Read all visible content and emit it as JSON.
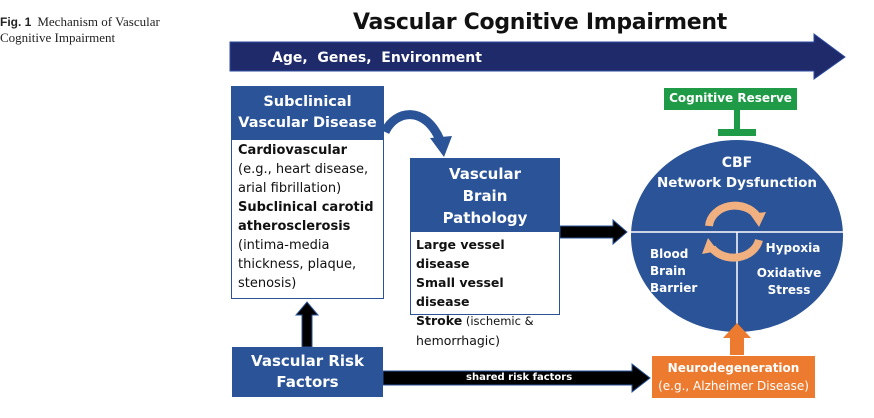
{
  "caption": {
    "fig_label": "Fig. 1",
    "text_line1": "Mechanism of Vascular",
    "text_line2": "Cognitive Impairment"
  },
  "diagram": {
    "title": "Vascular Cognitive Impairment",
    "band_arrow_label": "Age,  Genes,  Environment",
    "subclinical": {
      "header_line1": "Subclinical",
      "header_line2": "Vascular Disease",
      "body": [
        {
          "text": "Cardiovascular",
          "bold": true
        },
        {
          "text": "(e.g., heart disease,",
          "bold": false
        },
        {
          "text": "arial fibrillation)",
          "bold": false
        },
        {
          "text": "Subclinical carotid",
          "bold": true
        },
        {
          "text": "atherosclerosis",
          "bold": true
        },
        {
          "text": "(intima-media",
          "bold": false
        },
        {
          "text": "thickness, plaque,",
          "bold": false
        },
        {
          "text": "stenosis)",
          "bold": false
        }
      ]
    },
    "brain_pathology": {
      "header_line1": "Vascular",
      "header_line2": "Brain",
      "header_line3": "Pathology",
      "line1": "Large vessel disease",
      "line2": "Small vessel disease",
      "line3_bold": "Stroke",
      "line3_rest": " (ischemic &",
      "line4": "hemorrhagic)"
    },
    "cognitive_reserve": "Cognitive Reserve",
    "circle": {
      "top_line1": "CBF",
      "top_line2": "Network Dysfunction",
      "left_line1": "Blood",
      "left_line2": "Brain",
      "left_line3": "Barrier",
      "right_line1": "Hypoxia",
      "right_line2": "Oxidative",
      "right_line3": "Stress"
    },
    "risk_factors": {
      "line1": "Vascular Risk",
      "line2": "Factors"
    },
    "shared_arrow_label": "shared risk factors",
    "neurodegeneration": {
      "line1": "Neurodegeneration",
      "line2": "(e.g., Alzheimer Disease)"
    },
    "colors": {
      "navy": "#1f2a6a",
      "box_blue": "#2a5398",
      "green": "#1f9a47",
      "orange": "#ec7a2f",
      "cycle_arrow": "#f0b07f"
    }
  }
}
